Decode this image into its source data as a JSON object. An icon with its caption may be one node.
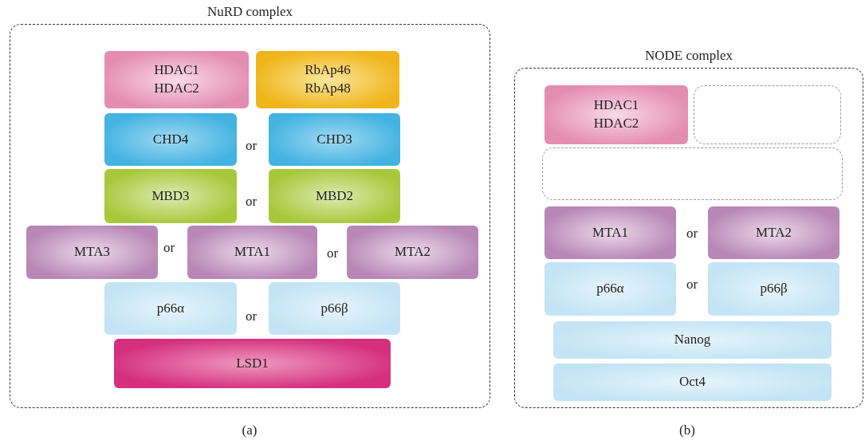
{
  "diagram": {
    "nodes": [
      {
        "text": [
          "NuRD complex"
        ]
      },
      {
        "text": [
          "HDAC1 HDAC2"
        ],
        "in": 0
      },
      {
        "text": [
          "RbAp46 RbAp48"
        ],
        "in": 0
      },
      {
        "text": [
          "CHD4"
        ],
        "in": 0
      },
      {
        "text": [
          "CHD3"
        ],
        "in": 0
      },
      {
        "text": [
          "MBD3"
        ],
        "in": 0
      },
      {
        "text": [
          "MBD2"
        ],
        "in": 0
      },
      {
        "text": [
          "MTA3"
        ],
        "in": 0
      },
      {
        "text": [
          "MTA1"
        ],
        "in": 0
      },
      {
        "text": [
          "MTA2"
        ],
        "in": 0
      },
      {
        "text": [
          "p66α"
        ],
        "in": 0
      },
      {
        "text": [
          "p66β"
        ],
        "in": 0
      },
      {
        "text": [
          "LSD1"
        ],
        "in": 0
      },
      {
        "text": [
          "NODE complex"
        ]
      },
      {
        "text": [
          "HDAC1 HDAC2"
        ],
        "in": 13
      },
      {
        "text": [],
        "shape": "box",
        "in": 13
      },
      {
        "text": [],
        "shape": "box",
        "in": 13
      },
      {
        "text": [
          "MTA1"
        ],
        "in": 13
      },
      {
        "text": [
          "MTA2"
        ],
        "in": 13
      },
      {
        "text": [
          "p66α"
        ],
        "in": 13
      },
      {
        "text": [
          "p66β"
        ],
        "in": 13
      },
      {
        "text": [
          "Nanog"
        ],
        "in": 13
      },
      {
        "text": [
          "Oct4"
        ],
        "in": 13
      }
    ],
    "edges": [],
    "labels": [
      "or",
      "or",
      "or",
      "or",
      "or",
      "or",
      "or",
      "(a)",
      "(b)"
    ]
  }
}
